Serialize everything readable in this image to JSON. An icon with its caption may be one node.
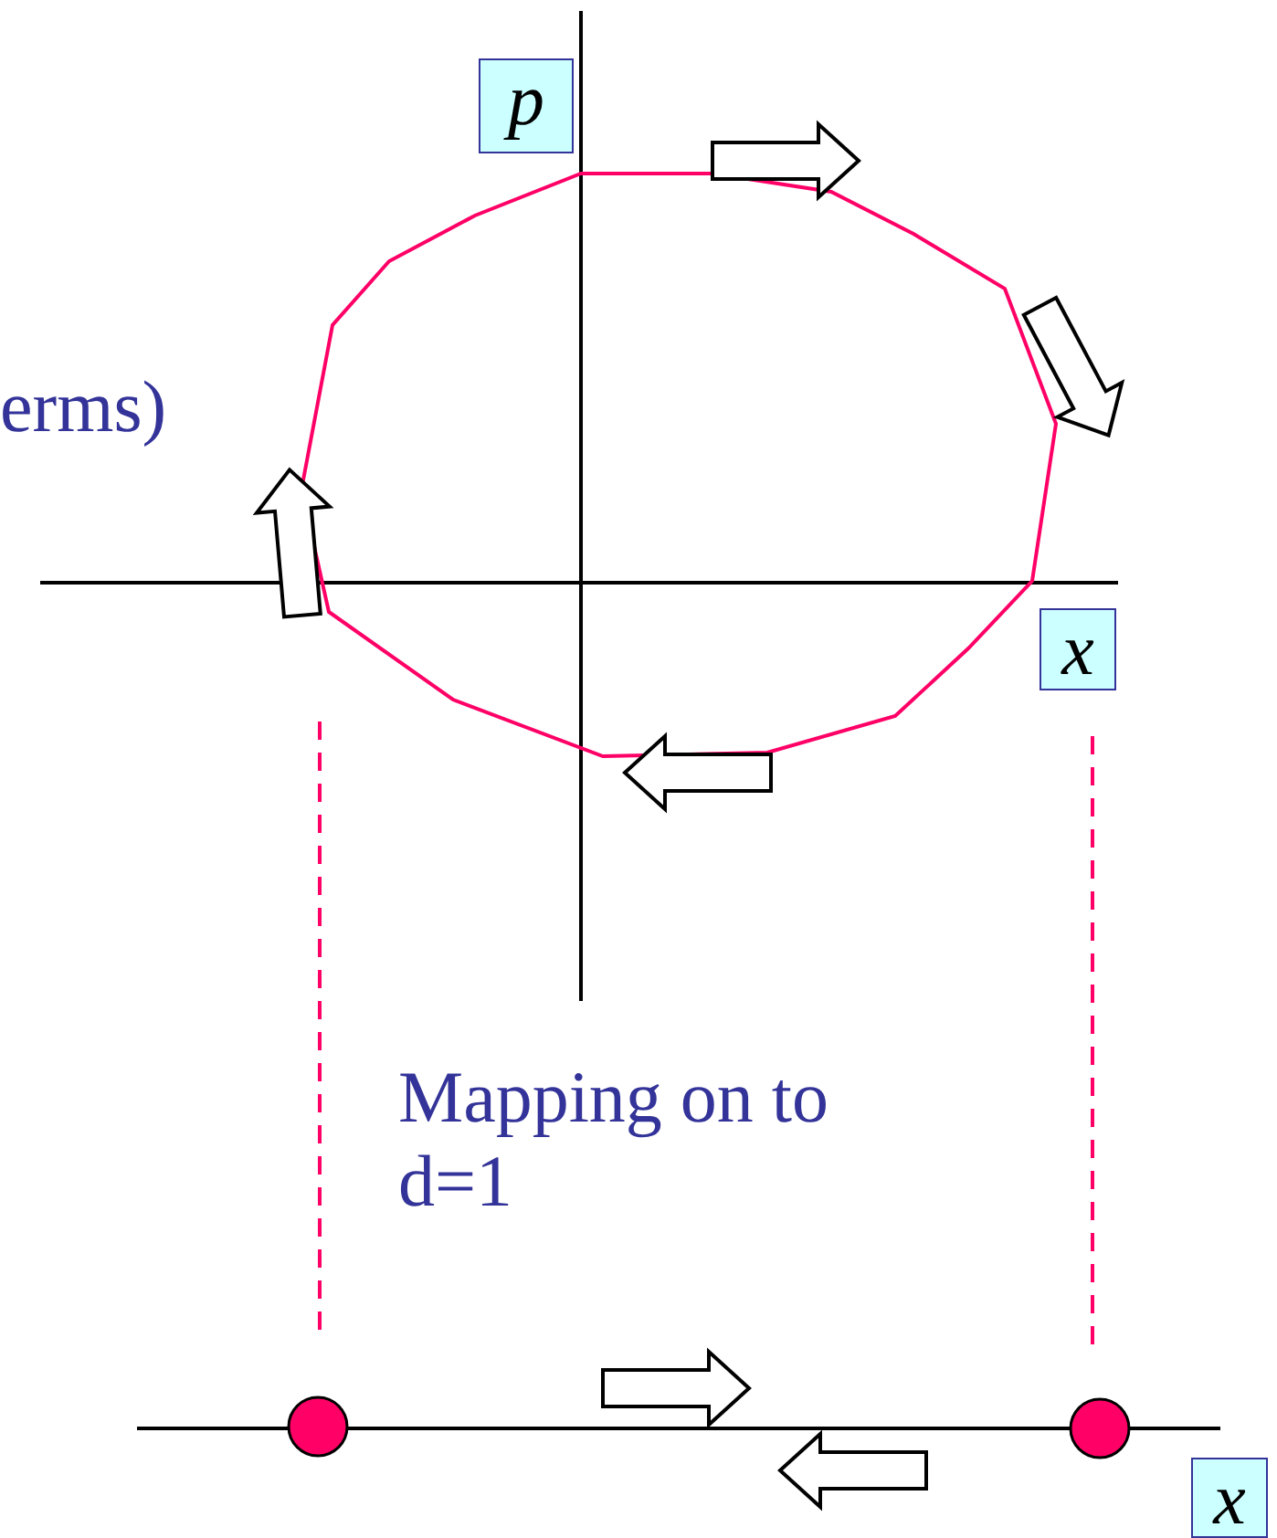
{
  "diagram": {
    "labels": [
      "p",
      "erms)",
      "x",
      "Mapping on to d=1",
      "x"
    ]
  }
}
